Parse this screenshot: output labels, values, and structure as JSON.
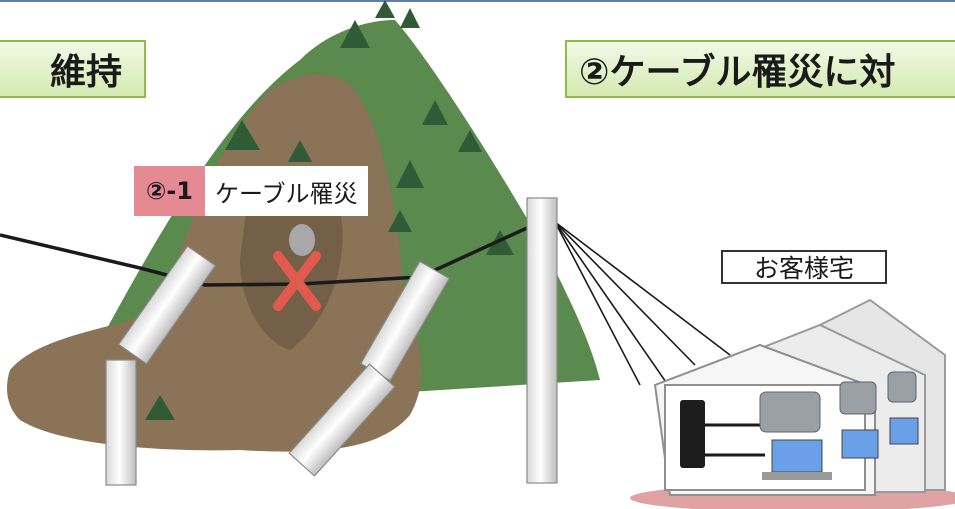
{
  "banners": {
    "left_text": "維持",
    "right_text": "②ケーブル罹災に対"
  },
  "cable_damage": {
    "number": "②-1",
    "label": "ケーブル罹災"
  },
  "customer": {
    "label": "お客様宅"
  },
  "colors": {
    "banner_border": "#8cbc4c",
    "mountain": "#5a8a4d",
    "landslide": "#8a7356",
    "damage_mark": "#e05a4e",
    "tag_fill": "#e58a92"
  }
}
